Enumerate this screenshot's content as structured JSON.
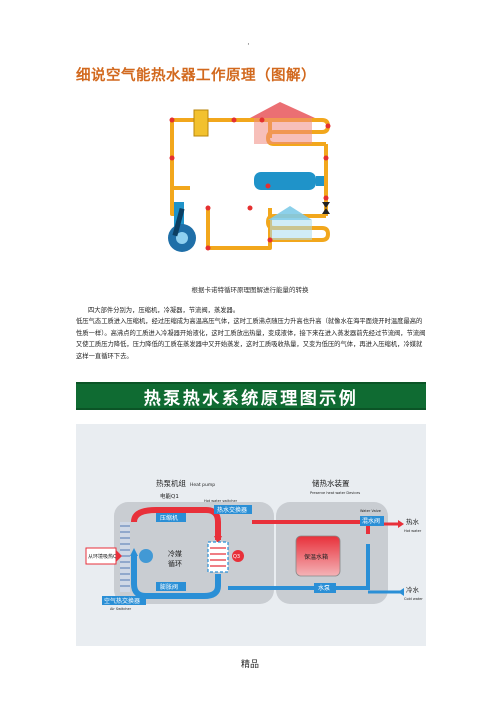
{
  "page": {
    "top_mark": "·",
    "title": "细说空气能热水器工作原理（图解）",
    "caption": "根据卡诺特循环原理图解进行能量的转换",
    "paragraph_lines": [
      "四大部件分别为，压缩机，冷凝器，节流阀，蒸发器。",
      "低压气态工质进入压缩机，经过压缩成为高温高压气体，这时工质沸点随压力升高也升高（就像水在海平面烧开时温度最高的性质一样）。高沸点的工质进入冷凝器开始液化，这时工质放出热量，变成液体，接下来在进入蒸发器前先经过节流阀，节流阀又使工质压力降低，压力降低的工质在蒸发器中又开始蒸发，这时工质吸收热量，又变为低压的气体，再进入压缩机，冷媒就这样一直循环下去。"
    ],
    "banner": "热泵热水系统原理图示例",
    "footer": "精品"
  },
  "diagram2": {
    "unit_title": "热泵机组",
    "unit_title_en": "Heat pump",
    "storage_title": "储热水装置",
    "storage_title_en": "Preserve heat water Devices",
    "electric_label": "电能Q1",
    "compressor": "压缩机",
    "heat_exchanger": "热水交换器",
    "heat_exchanger_en": "Hot water switcher",
    "refrigerant_cycle_1": "冷媒",
    "refrigerant_cycle_2": "循环",
    "q2_label": "从环境吸热Q2",
    "q3_label": "Q3",
    "expansion_valve": "膨胀阀",
    "air_exchanger": "空气热交换器",
    "air_exchanger_en": "Air Switcher",
    "tank": "保温水箱",
    "water_pump": "水泵",
    "mixing_valve": "混水阀",
    "mixing_valve_en": "Water Valve",
    "hot_water": "热水",
    "hot_water_en": "Hot water",
    "cold_water": "冷水",
    "cold_water_en": "Cold water",
    "colors": {
      "hot": "#e8303a",
      "cold": "#2a8fd6",
      "unit_bg": "#c9cdd2",
      "banner": "#0f6b32"
    }
  },
  "diagram1": {
    "colors": {
      "pipe": "#f2a71c",
      "hot": "#e8565a",
      "cold": "#7fcbe8",
      "node": "#e53030",
      "device": "#1f93c9"
    }
  }
}
